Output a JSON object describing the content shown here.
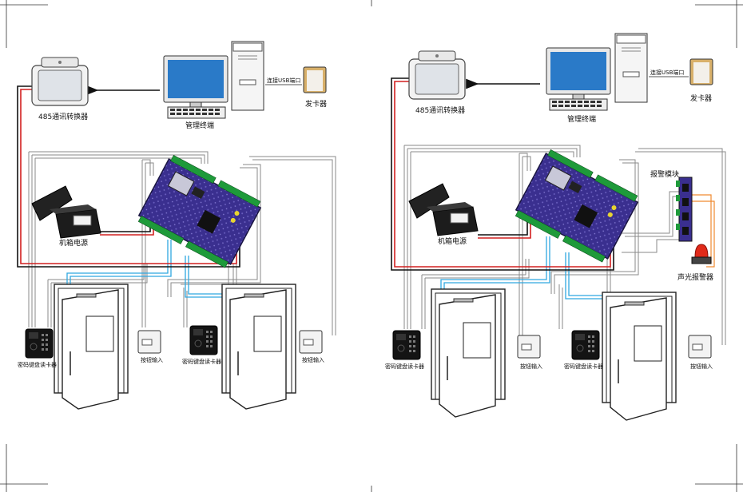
{
  "colors": {
    "board": "#3a2f8f",
    "wire_red": "#d22020",
    "wire_black": "#111111",
    "wire_blue": "#2fa8e0",
    "wire_gray": "#8a8a8a",
    "wire_orange": "#f08a30",
    "monitor_screen": "#2a7ac8",
    "alarm_red": "#e02a1a"
  },
  "left_diagram": {
    "converter_label": "485通讯转换器",
    "terminal_label": "管理终端",
    "usb_label": "连接USB端口",
    "card_issuer_label": "发卡器",
    "power_label": "机箱电源",
    "keypad_reader_1_label": "密码键盘读卡器",
    "exit_button_1_label": "按钮输入",
    "keypad_reader_2_label": "密码键盘读卡器",
    "exit_button_2_label": "按钮输入"
  },
  "right_diagram": {
    "converter_label": "485通讯转换器",
    "terminal_label": "管理终端",
    "usb_label": "连接USB端口",
    "card_issuer_label": "发卡器",
    "power_label": "机箱电源",
    "alarm_module_label": "报警模块",
    "strobe_alarm_label": "声光报警器",
    "keypad_reader_1_label": "密码键盘读卡器",
    "exit_button_1_label": "按钮输入",
    "keypad_reader_2_label": "密码键盘读卡器",
    "exit_button_2_label": "按钮输入"
  }
}
